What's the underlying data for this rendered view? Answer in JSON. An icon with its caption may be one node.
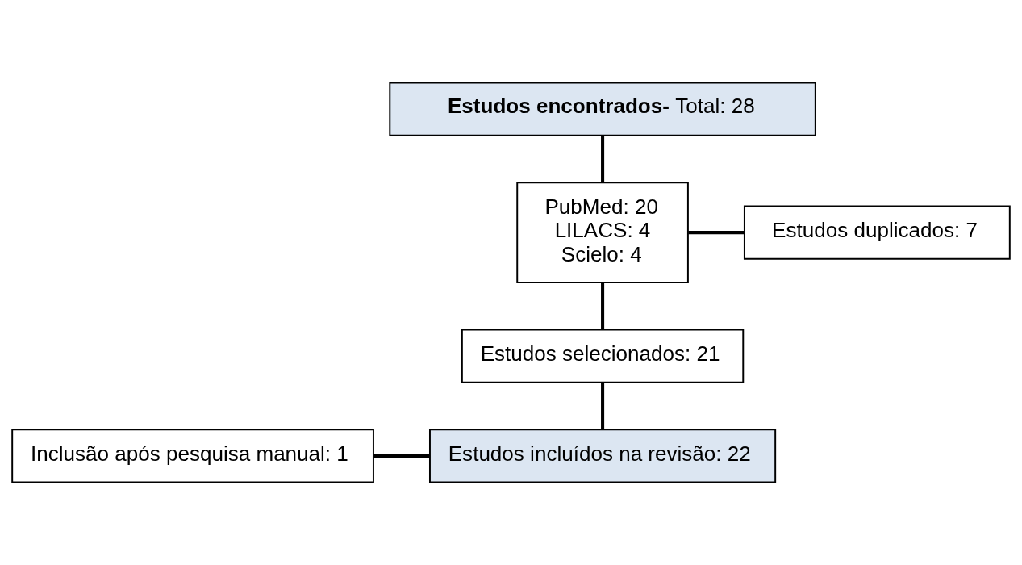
{
  "diagram": {
    "nodes": [
      {
        "text": [
          "**Estudos encontrados-** Total: 28"
        ]
      },
      {
        "text": [
          "PubMed: 20",
          "LILACS: 4",
          "Scielo: 4"
        ]
      },
      {
        "text": [
          "Estudos duplicados: 7"
        ]
      },
      {
        "text": [
          "Estudos selecionados: 21"
        ]
      },
      {
        "text": [
          "Inclusão após pesquisa manual: 1"
        ]
      },
      {
        "text": [
          "Estudos incluídos na revisão: 22"
        ]
      }
    ],
    "edges": [
      {
        "from": 0,
        "to": 1,
        "arrow": "none"
      },
      {
        "from": 1,
        "to": 3,
        "arrow": "none"
      },
      {
        "from": 1,
        "to": 2,
        "arrow": "none"
      },
      {
        "from": 3,
        "to": 5,
        "arrow": "none"
      },
      {
        "from": 4,
        "to": 5,
        "arrow": "none"
      }
    ]
  }
}
